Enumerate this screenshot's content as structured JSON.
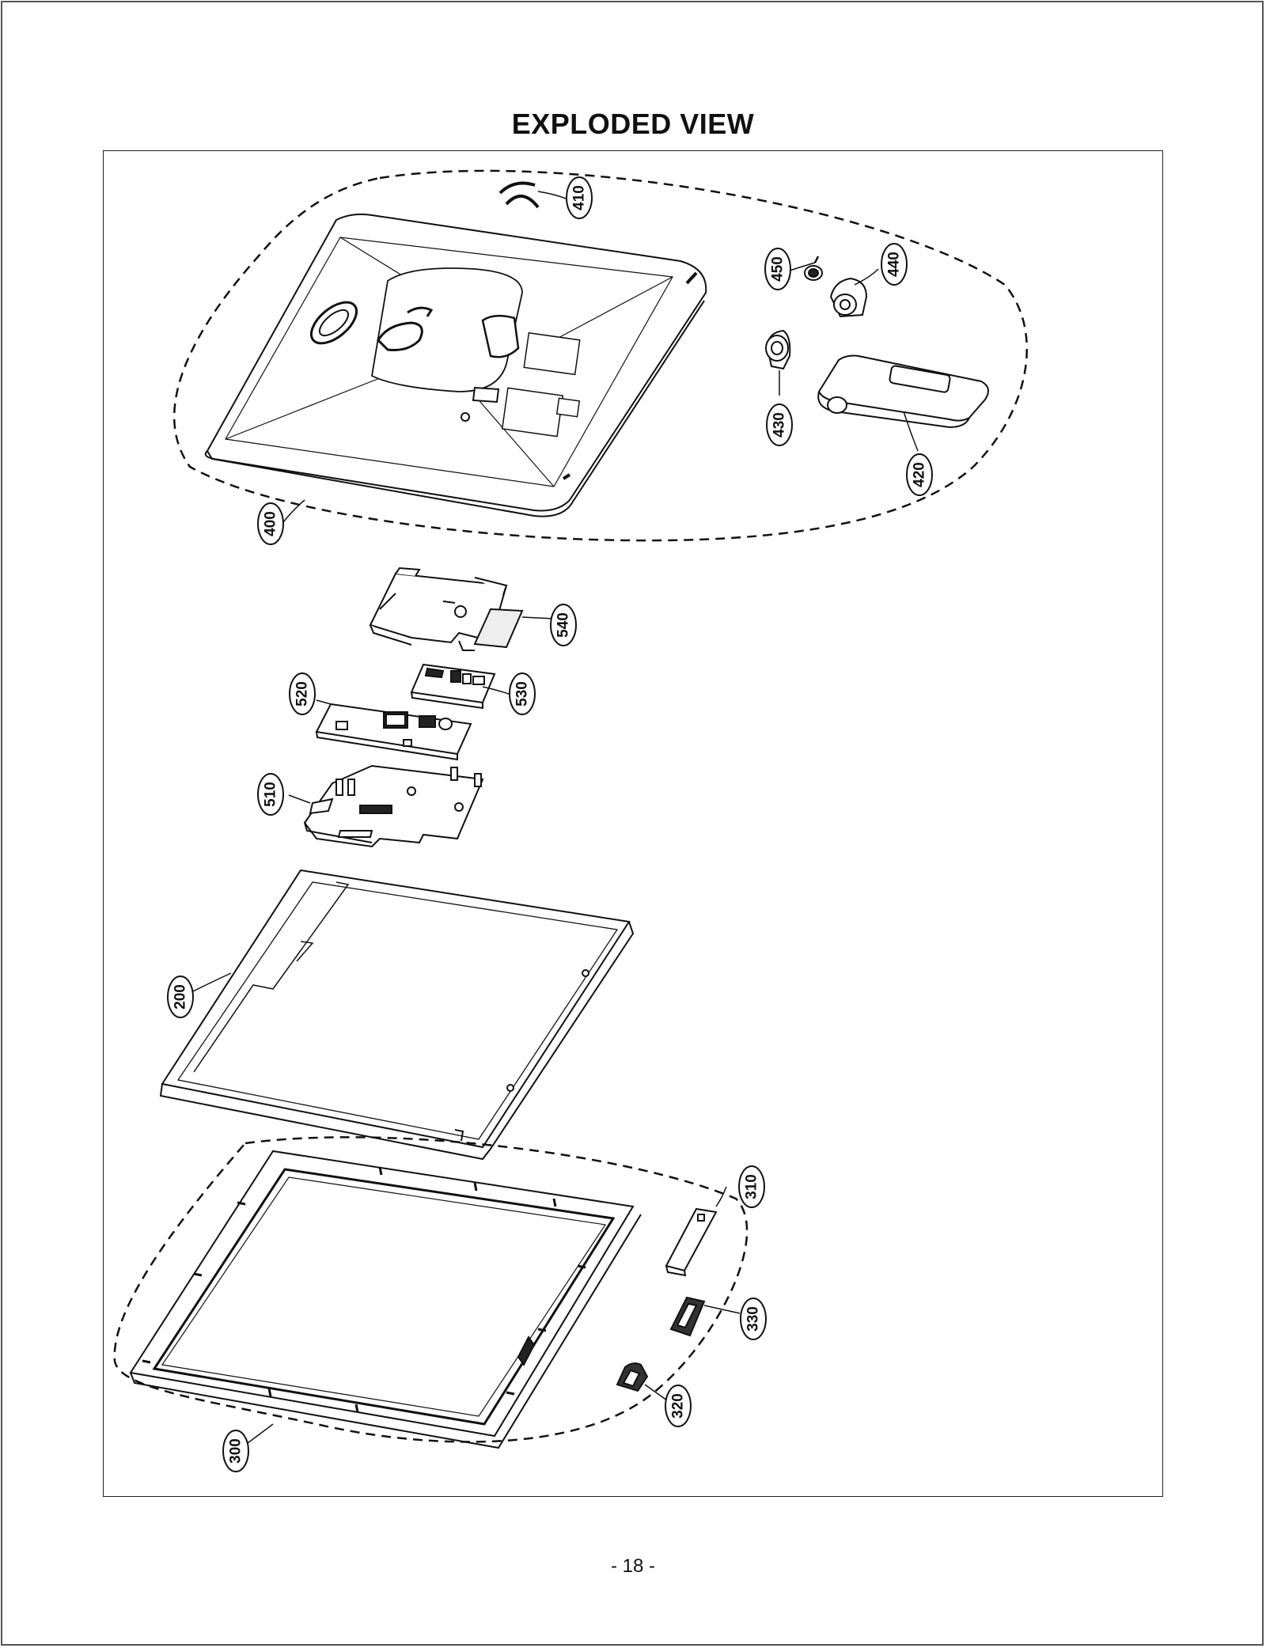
{
  "title": "EXPLODED VIEW",
  "page_number": "- 18 -",
  "callouts": [
    {
      "id": "c410",
      "label": "410"
    },
    {
      "id": "c450",
      "label": "450"
    },
    {
      "id": "c440",
      "label": "440"
    },
    {
      "id": "c430",
      "label": "430"
    },
    {
      "id": "c420",
      "label": "420"
    },
    {
      "id": "c400",
      "label": "400"
    },
    {
      "id": "c540",
      "label": "540"
    },
    {
      "id": "c530",
      "label": "530"
    },
    {
      "id": "c520",
      "label": "520"
    },
    {
      "id": "c510",
      "label": "510"
    },
    {
      "id": "c200",
      "label": "200"
    },
    {
      "id": "c310",
      "label": "310"
    },
    {
      "id": "c330",
      "label": "330"
    },
    {
      "id": "c320",
      "label": "320"
    },
    {
      "id": "c300",
      "label": "300"
    }
  ],
  "colors": {
    "ink": "#111111",
    "paper": "#ffffff",
    "fill_light": "#f4f4f4"
  }
}
